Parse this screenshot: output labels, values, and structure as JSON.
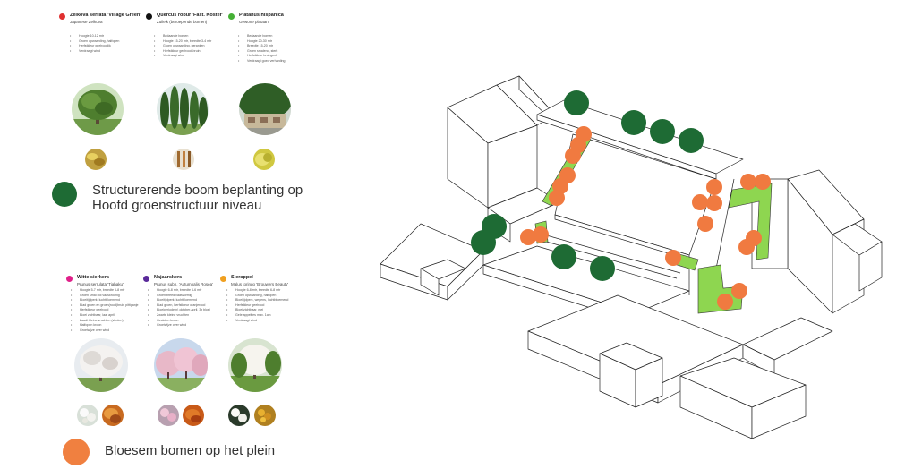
{
  "group1": {
    "trees": [
      {
        "name": "Zelkova serrata 'Village Green'",
        "sub": "Japanese Zelkova",
        "dot_color": "#e03030",
        "bullets": [
          "Hoogte 10-12 mtr",
          "Groen opwaarding, halfopen",
          "Herfstkleur geelroodijk",
          "Verdraagt wind"
        ]
      },
      {
        "name": "Quercus robur 'Fast. Koster'",
        "sub": "Zuileik (beroepende bomen)",
        "dot_color": "#111111",
        "bullets": [
          "Bedaande bomen",
          "Hoogte 15-20 mtr, breedte 3-4 mtr",
          "Groen opwaarding, geranken",
          "Herfstkleur geelrood-bruin",
          "Verdraagt wind"
        ]
      },
      {
        "name": "Platanus hispanica",
        "sub": "Gewone plataan",
        "dot_color": "#45b035",
        "bullets": [
          "Bedaande bomen",
          "Hoogte 20-30 mtr",
          "Breedte 15-20 mtr",
          "Groen smalend, sterk",
          "Herfstkleur bruingeel",
          "Verdraagt goed verharding"
        ]
      }
    ],
    "legend_color": "#1e6b34",
    "legend_line1": "Structurerende boom beplanting op",
    "legend_line2": "Hoofd groenstructuur niveau"
  },
  "group2": {
    "trees": [
      {
        "name": "Witte sierkers",
        "sub": "Prunus serrulata 'Tiahaku'",
        "dot_color": "#e0208a",
        "bullets": [
          "Hoogte 5-7 mtr, breedte 6-8 mtr",
          "Groen smal bol vaaskroonig",
          "Bloeitijdperk, luchtbloemend",
          "Blad groen en groen(rood)bruin pittiganje",
          "Herfstkleur geelrood",
          "Bloei zichtbaar, laat april",
          "Zaadt kleine vruchten (steden)",
          "Halfopen kroon",
          "Groeiwijze over wind"
        ]
      },
      {
        "name": "Najaarskers",
        "sub": "Prunus subh. 'Autumnalis Rosea'",
        "dot_color": "#5a2a9a",
        "bullets": [
          "Hoogte 6-8 mtr, breedte 6-6 mtr",
          "Groen breed vaasvormig",
          "Bloeitijdperk, luchtbloemend",
          "Blad groen, herfstkleur oranjerood",
          "Bloeiperiode(n) oktober-april, 3x bloei",
          "Zwarte kleine vruchten",
          "Gesloten kroon",
          "Groeiwijze over wind"
        ]
      },
      {
        "name": "Sierappel",
        "sub": "Malus toringo 'Brouwers Beauty'",
        "dot_color": "#f0a020",
        "bullets": [
          "Hoogte 6-8 mtr, breedte 6-8 mtr",
          "Groen opwaarding, halfopen",
          "Bloeitijdperk, wegens, luchtbloemend",
          "Herfstkleur geelrood",
          "Bloei zichtbaar, mei",
          "Gele appeltjes max. 1cm",
          "Verdraagt wind"
        ]
      }
    ],
    "legend_color": "#f08040",
    "legend_line1": "Bloesem bomen op het plein"
  },
  "map": {
    "structure_tree_color": "#1e6b34",
    "blossom_tree_color": "#f07a40",
    "lawn_color": "#8ed650"
  }
}
